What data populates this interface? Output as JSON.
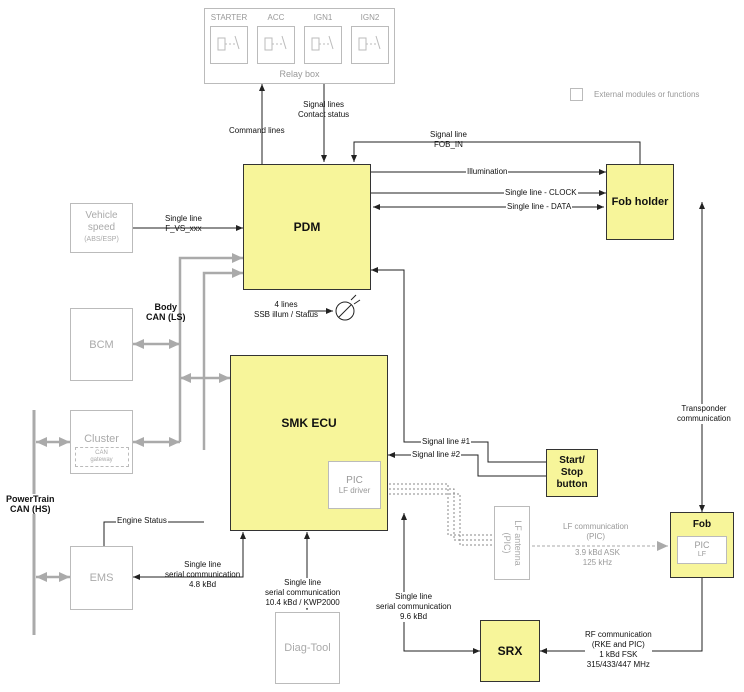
{
  "legend": {
    "label": "External modules or functions"
  },
  "relay_box": {
    "title": "Relay box",
    "relays": [
      "STARTER",
      "ACC",
      "IGN1",
      "IGN2"
    ]
  },
  "modules": {
    "pdm": "PDM",
    "fob_holder": "Fob holder",
    "smk_ecu": "SMK ECU",
    "pic_driver_title": "PIC",
    "pic_driver_sub": "LF driver",
    "start_stop_1": "Start/",
    "start_stop_2": "Stop",
    "start_stop_3": "button",
    "fob": "Fob",
    "fob_pic": "PIC",
    "fob_lf": "LF",
    "srx": "SRX",
    "vehicle_speed_1": "Vehicle",
    "vehicle_speed_2": "speed",
    "vehicle_speed_3": "(ABS/ESP)",
    "bcm": "BCM",
    "cluster": "Cluster",
    "cluster_can_1": "CAN",
    "cluster_can_2": "gateway",
    "ems": "EMS",
    "diag_tool": "Diag-Tool",
    "lf_antenna_1": "LF antenna",
    "lf_antenna_2": "(PIC)"
  },
  "labels": {
    "signal_lines_1": "Signal lines",
    "signal_lines_2": "Contact status",
    "command_lines": "Command lines",
    "signal_line_fob_1": "Signal line",
    "signal_line_fob_2": "FOB_IN",
    "illumination": "Illumination",
    "clock": "Single line - CLOCK",
    "data": "Single line - DATA",
    "single_line_vs_1": "Single line",
    "single_line_vs_2": "F_VS_xxx",
    "body_can_1": "Body",
    "body_can_2": "CAN (LS)",
    "four_lines_1": "4 lines",
    "four_lines_2": "SSB illum / Status",
    "transponder_1": "Transponder",
    "transponder_2": "communication",
    "signal_line_1": "Signal line #1",
    "signal_line_2": "Signal line #2",
    "powertrain_1": "PowerTrain",
    "powertrain_2": "CAN (HS)",
    "engine_status": "Engine Status",
    "ems_comm_1": "Single line",
    "ems_comm_2": "serial communication",
    "ems_comm_3": "4.8 kBd",
    "diag_comm_1": "Single line",
    "diag_comm_2": "serial communication",
    "diag_comm_3": "10.4 kBd / KWP2000",
    "srx_comm_1": "Single line",
    "srx_comm_2": "serial communication",
    "srx_comm_3": "9.6 kBd",
    "lf_comm_1": "LF communication",
    "lf_comm_2": "(PIC)",
    "lf_comm_3": "3.9 kBd ASK",
    "lf_comm_4": "125 kHz",
    "rf_comm_1": "RF communication",
    "rf_comm_2": "(RKE and PIC)",
    "rf_comm_3": "1 kBd FSK",
    "rf_comm_4": "315/433/447 MHz"
  },
  "colors": {
    "module_fill": "#f7f59a",
    "external_border": "#bbbbbb",
    "wire": "#222222",
    "can_bus": "#aaaaaa"
  }
}
